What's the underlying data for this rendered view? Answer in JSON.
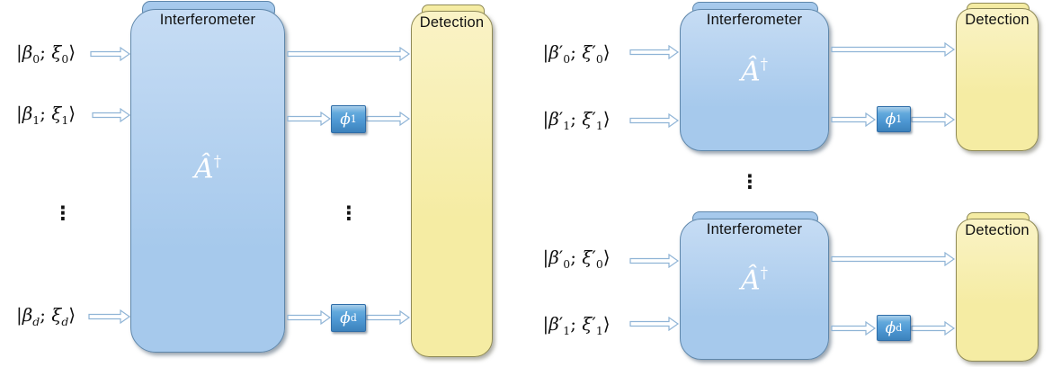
{
  "interferometer": {
    "title": "Interferometer",
    "operator_html": "<i>Â</i><sup>†</sup>"
  },
  "detection": {
    "title": "Detection"
  },
  "dots": "⋮",
  "left_unit": {
    "inputs_html": [
      "|<i>β</i><sub>0</sub>; <i>ξ</i><sub>0</sub>⟩",
      "|<i>β</i><sub>1</sub>; <i>ξ</i><sub>1</sub>⟩",
      "|<i>β</i><sub><i>d</i></sub>; <i>ξ</i><sub><i>d</i></sub>⟩"
    ],
    "phases_html": [
      "<i>ϕ</i><sub>1</sub>",
      "<i>ϕ</i><sub>d</sub>"
    ]
  },
  "right_top_unit": {
    "inputs_html": [
      "|<i>β</i>′<sub>0</sub>; <i>ξ</i>′<sub>0</sub>⟩",
      "|<i>β</i>′<sub>1</sub>; <i>ξ</i>′<sub>1</sub>⟩"
    ],
    "phase_html": "<i>ϕ</i><sub>1</sub>"
  },
  "right_bottom_unit": {
    "inputs_html": [
      "|<i>β</i>′<sub>0</sub>; <i>ξ</i>′<sub>0</sub>⟩",
      "|<i>β</i>′<sub>1</sub>; <i>ξ</i>′<sub>1</sub>⟩"
    ],
    "phase_html": "<i>ϕ</i><sub>d</sub>"
  },
  "colors": {
    "box_blue": "#a6c9ec",
    "box_blue_light": "#c6dcf4",
    "box_border": "#5f87ab",
    "det_yellow": "#f5eca3",
    "det_yellow_light": "#faf3c6",
    "det_border": "#8f8a56",
    "phase_blue": "#4d97d2",
    "phase_border": "#2f6da8",
    "arrow_stroke": "#8fb4d6"
  }
}
